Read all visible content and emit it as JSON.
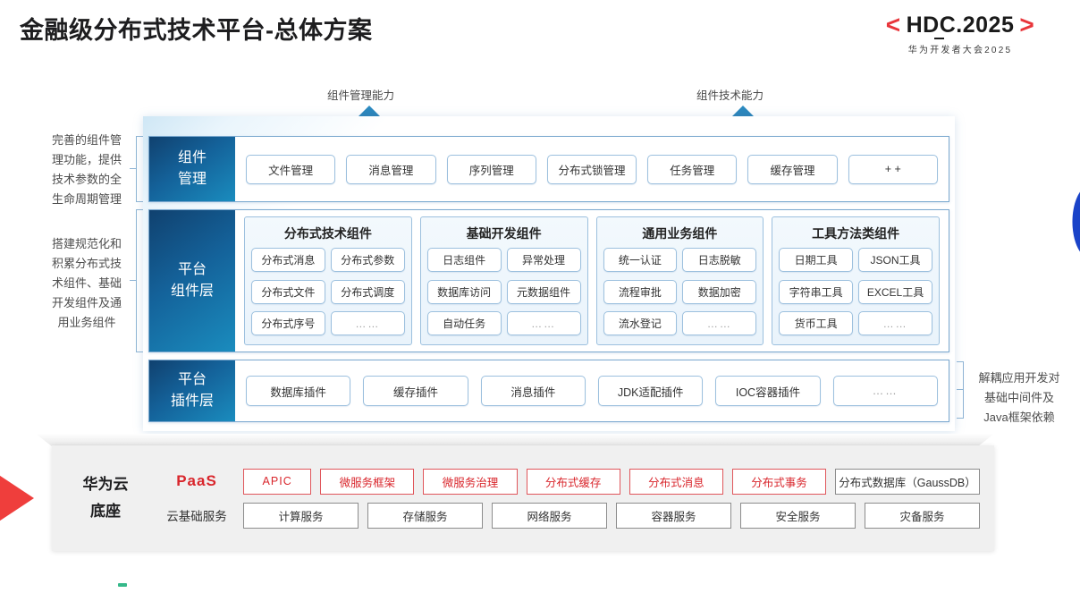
{
  "header": {
    "title": "金融级分布式技术平台-总体方案",
    "logo": {
      "left_bracket": "<",
      "right_bracket": ">",
      "main": "HDC.2025",
      "sub": "华为开发者大会2025"
    }
  },
  "arrows": [
    {
      "label": "组件管理能力",
      "icon": "up-arrow-icon"
    },
    {
      "label": "组件技术能力",
      "icon": "up-arrow-icon"
    }
  ],
  "left_notes": [
    "完善的组件管\n理功能，提供\n技术参数的全\n生命周期管理",
    "搭建规范化和\n积累分布式技\n术组件、基础\n开发组件及通\n用业务组件"
  ],
  "right_notes": [
    "解耦应用开发对\n基础中间件及\nJava框架依赖"
  ],
  "layers": {
    "management": {
      "label": "组件\n管理",
      "items": [
        "文件管理",
        "消息管理",
        "序列管理",
        "分布式锁管理",
        "任务管理",
        "缓存管理",
        "+ +"
      ]
    },
    "component": {
      "label": "平台\n组件层",
      "groups": [
        {
          "title": "分布式技术组件",
          "items": [
            "分布式消息",
            "分布式参数",
            "分布式文件",
            "分布式调度",
            "分布式序号",
            "……"
          ]
        },
        {
          "title": "基础开发组件",
          "items": [
            "日志组件",
            "异常处理",
            "数据库访问",
            "元数据组件",
            "自动任务",
            "……"
          ]
        },
        {
          "title": "通用业务组件",
          "items": [
            "统一认证",
            "日志脱敏",
            "流程审批",
            "数据加密",
            "流水登记",
            "……"
          ]
        },
        {
          "title": "工具方法类组件",
          "items": [
            "日期工具",
            "JSON工具",
            "字符串工具",
            "EXCEL工具",
            "货币工具",
            "……"
          ]
        }
      ]
    },
    "plugin": {
      "label": "平台\n插件层",
      "items": [
        "数据库插件",
        "缓存插件",
        "消息插件",
        "JDK适配插件",
        "IOC容器插件",
        "……"
      ]
    }
  },
  "cloud": {
    "title": "华为云\n底座",
    "paas_label": "PaaS",
    "base_label": "云基础服务",
    "paas_items": [
      {
        "text": "APIC",
        "style": "red"
      },
      {
        "text": "微服务框架",
        "style": "red"
      },
      {
        "text": "微服务治理",
        "style": "red"
      },
      {
        "text": "分布式缓存",
        "style": "red"
      },
      {
        "text": "分布式消息",
        "style": "red"
      },
      {
        "text": "分布式事务",
        "style": "red"
      },
      {
        "text": "分布式数据库（GaussDB）",
        "style": "gray"
      }
    ],
    "base_items": [
      "计算服务",
      "存储服务",
      "网络服务",
      "容器服务",
      "安全服务",
      "灾备服务"
    ]
  },
  "colors": {
    "brand_red": "#d9262c",
    "layer_blue_dark": "#10416f",
    "layer_blue_light": "#1a8cbe",
    "chip_border": "#9cc0de",
    "accent_blue": "#1a43c8"
  }
}
